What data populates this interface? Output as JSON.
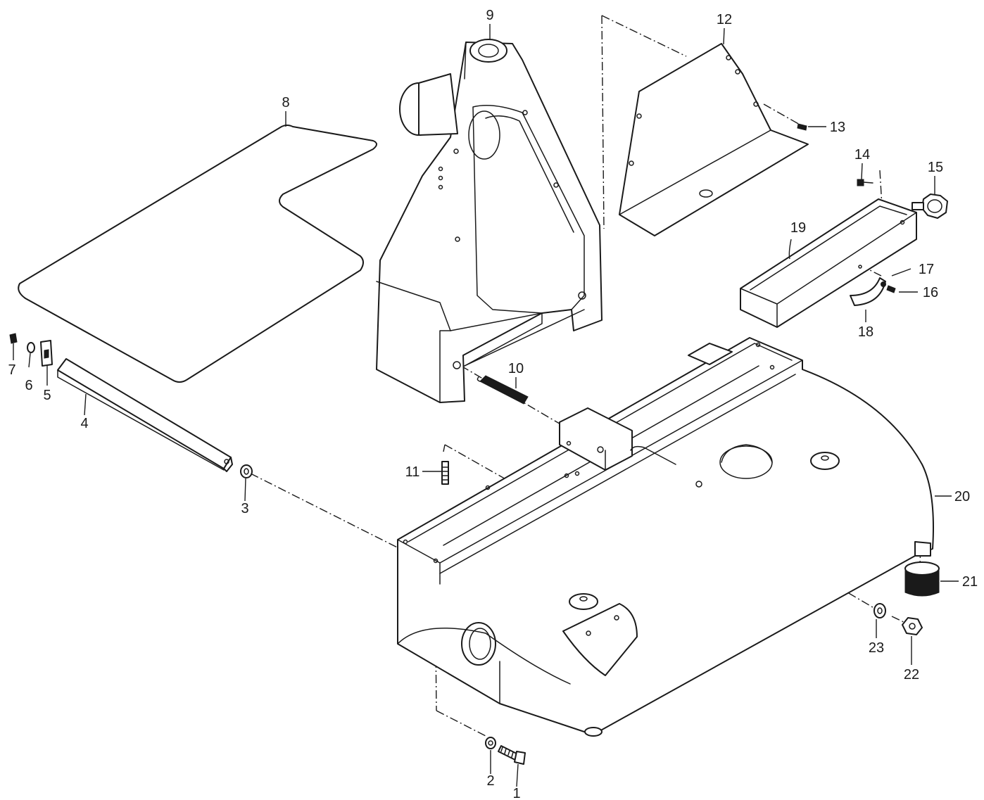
{
  "diagram": {
    "callouts": [
      {
        "id": "1",
        "text": "1"
      },
      {
        "id": "2",
        "text": "2"
      },
      {
        "id": "3",
        "text": "3"
      },
      {
        "id": "4",
        "text": "4"
      },
      {
        "id": "5",
        "text": "5"
      },
      {
        "id": "6",
        "text": "6"
      },
      {
        "id": "7",
        "text": "7"
      },
      {
        "id": "8",
        "text": "8"
      },
      {
        "id": "9",
        "text": "9"
      },
      {
        "id": "10",
        "text": "10"
      },
      {
        "id": "11",
        "text": "11"
      },
      {
        "id": "12",
        "text": "12"
      },
      {
        "id": "13",
        "text": "13"
      },
      {
        "id": "14",
        "text": "14"
      },
      {
        "id": "15",
        "text": "15"
      },
      {
        "id": "16",
        "text": "16"
      },
      {
        "id": "17",
        "text": "17"
      },
      {
        "id": "18",
        "text": "18"
      },
      {
        "id": "19",
        "text": "19"
      },
      {
        "id": "20",
        "text": "20"
      },
      {
        "id": "21",
        "text": "21"
      },
      {
        "id": "22",
        "text": "22"
      },
      {
        "id": "23",
        "text": "23"
      }
    ]
  }
}
